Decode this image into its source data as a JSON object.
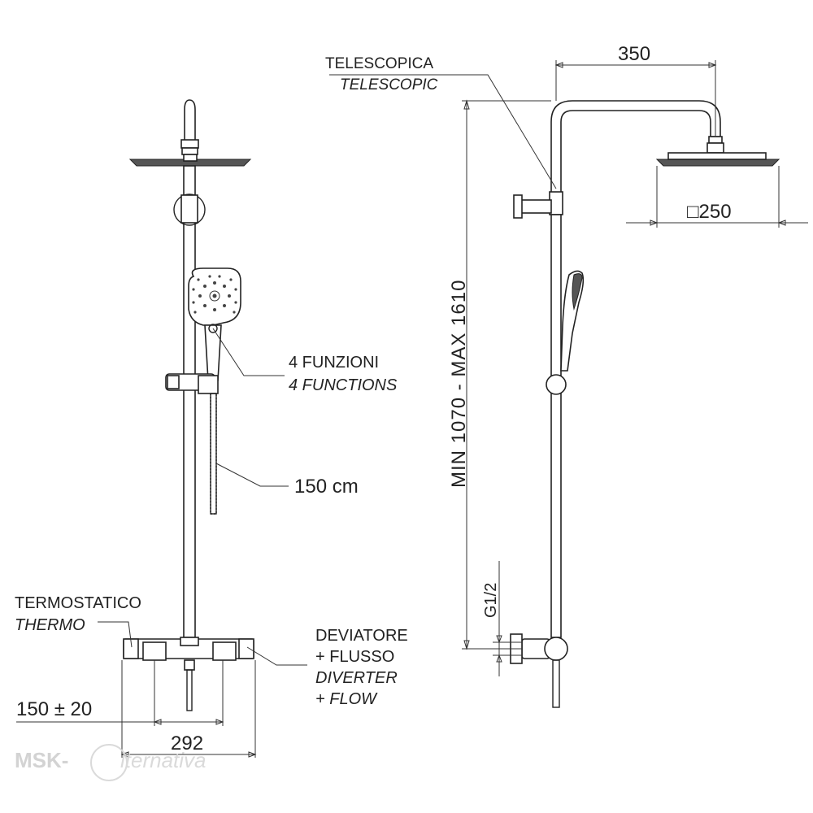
{
  "left_view": {
    "functions_label_it": "4 FUNZIONI",
    "functions_label_en": "4 FUNCTIONS",
    "hose_length": "150 cm",
    "thermo_label_it": "TERMOSTATICO",
    "thermo_label_en": "THERMO",
    "diverter_line1": "DEVIATORE",
    "diverter_line2": "+ FLUSSO",
    "diverter_line3": "DIVERTER",
    "diverter_line4": "+ FLOW",
    "inlet_spacing": "150 ± 20",
    "mixer_width": "292"
  },
  "right_view": {
    "telescopic_it": "TELESCOPICA",
    "telescopic_en": "TELESCOPIC",
    "arm_length": "350",
    "head_size": "□250",
    "height_range": "MIN 1070 - MAX 1610",
    "connection": "G1/2"
  },
  "watermark": {
    "brand": "MSK-",
    "script": "lternativa"
  },
  "colors": {
    "line": "#222222",
    "watermark": "#cfcfcf"
  }
}
